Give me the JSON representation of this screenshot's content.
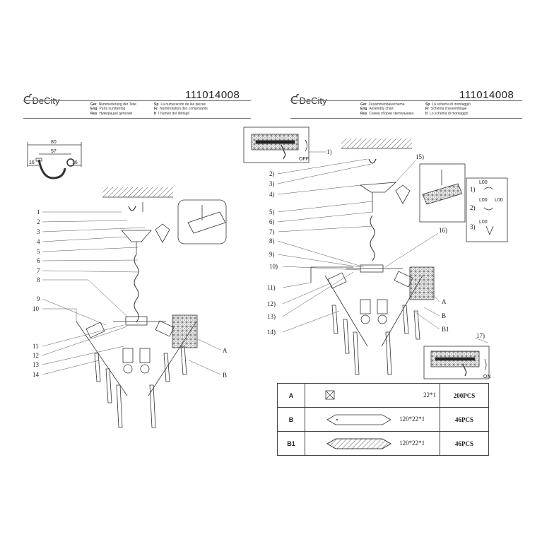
{
  "brand": "DeCity",
  "article_number": "111014008",
  "left_sheet": {
    "languages": [
      {
        "code": "Ger",
        "text": "Nummerierung der Teile"
      },
      {
        "code": "Eng",
        "text": "Parts numbering"
      },
      {
        "code": "Rus",
        "text": "Нумерация деталей"
      },
      {
        "code": "Sp",
        "text": "La numeración de las piezas"
      },
      {
        "code": "Fr",
        "text": "Numérotation des composants"
      },
      {
        "code": "It",
        "text": "I numeri dei dettagli"
      }
    ],
    "hook_dimensions": {
      "total": "80",
      "inner": "57",
      "left": "16",
      "right": "16"
    },
    "part_labels": [
      "1",
      "2",
      "3",
      "4",
      "5",
      "6",
      "7",
      "8",
      "9",
      "10",
      "11",
      "12",
      "13",
      "14"
    ],
    "crystal_labels": [
      "A",
      "B"
    ]
  },
  "right_sheet": {
    "languages": [
      {
        "code": "Ger",
        "text": "Zusammenbauschema"
      },
      {
        "code": "Eng",
        "text": "Assembly chart"
      },
      {
        "code": "Rus",
        "text": "Схема сборки светильника"
      },
      {
        "code": "Sp",
        "text": "La schema di montaggio"
      },
      {
        "code": "Fr",
        "text": "Schéma d'assemblage"
      },
      {
        "code": "It",
        "text": "Lo schema di montaggio"
      }
    ],
    "step_labels": [
      "1)",
      "2)",
      "3)",
      "4)",
      "5)",
      "6)",
      "7)",
      "8)",
      "9)",
      "10)",
      "11)",
      "12)",
      "13)",
      "14)",
      "15)",
      "16)",
      "17)"
    ],
    "switch_off": "OFF",
    "switch_on": "ON",
    "wiring_steps": [
      "1)",
      "2)",
      "3)"
    ],
    "wire_labels": {
      "a": "L00",
      "b": "L00",
      "c": "L00",
      "d": "L00"
    },
    "crystal_labels": [
      "A",
      "B",
      "B1"
    ],
    "crystal_table": [
      {
        "code": "A",
        "size": "22*1",
        "qty": "200PCS"
      },
      {
        "code": "B",
        "size": "120*22*1",
        "qty": "46PCS"
      },
      {
        "code": "B1",
        "size": "120*22*1",
        "qty": "46PCS"
      }
    ]
  },
  "colors": {
    "line": "#333333",
    "hatch": "#555555",
    "box": "#555555"
  }
}
